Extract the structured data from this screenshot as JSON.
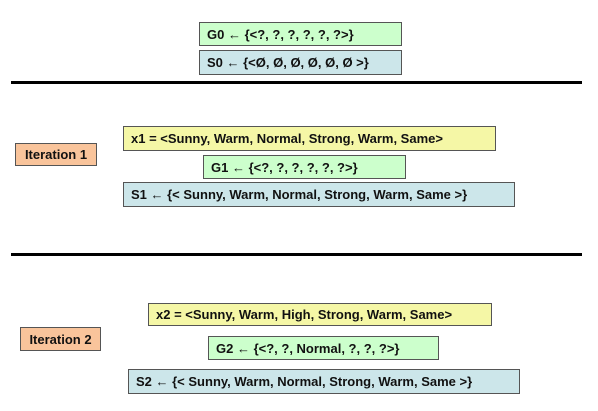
{
  "initial": {
    "g0": "G0 ← {<?, ?, ?, ?, ?, ?>}",
    "s0": "S0 ← {<Ø, Ø, Ø, Ø, Ø, Ø >}"
  },
  "iteration1": {
    "label": "Iteration 1",
    "x": "x1 = <Sunny, Warm, Normal, Strong, Warm, Same>",
    "g": "G1 ← {<?, ?, ?, ?, ?, ?>}",
    "s": "S1 ← {< Sunny, Warm, Normal, Strong, Warm, Same >}"
  },
  "iteration2": {
    "label": "Iteration 2",
    "x": "x2 = <Sunny, Warm, High, Strong, Warm, Same>",
    "g": "G2 ← {<?, ?, Normal, ?, ?, ?>}",
    "s": "S2 ← {< Sunny, Warm, Normal, Strong, Warm, Same >}"
  },
  "colors": {
    "general_boundary": "#ccffcc",
    "specific_boundary": "#cce6ea",
    "training_example": "#f5f7a6",
    "iteration_label": "#f9c49b",
    "separator": "#000000"
  }
}
